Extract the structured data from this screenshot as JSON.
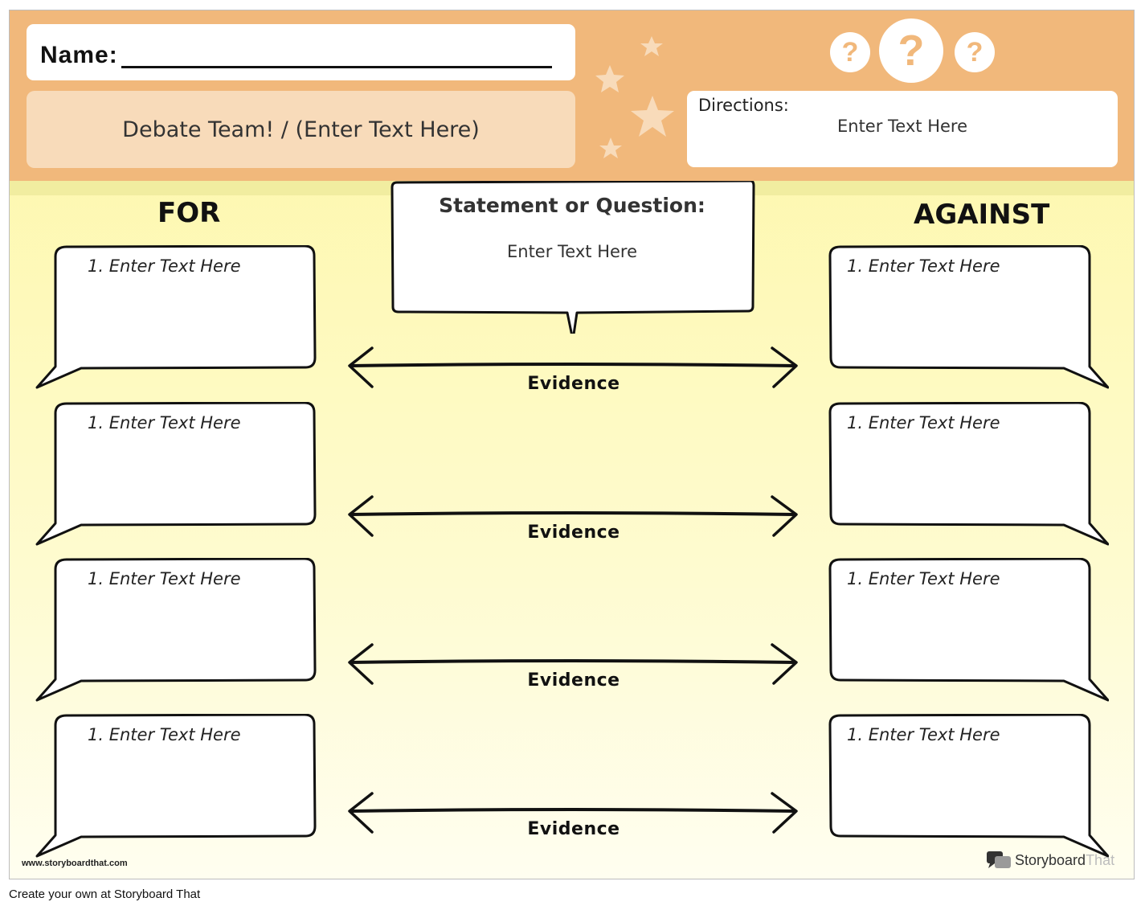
{
  "header": {
    "name_label": "Name:",
    "title": "Debate Team! / (Enter Text Here)",
    "directions_label": "Directions:",
    "directions_text": "Enter Text Here",
    "question_mark": "?",
    "star_color": "#f8dbba",
    "header_color": "#f1b87b"
  },
  "columns": {
    "for_label": "FOR",
    "against_label": "AGAINST"
  },
  "statement": {
    "title": "Statement or Question:",
    "text": "Enter Text Here"
  },
  "for_items": [
    "1. Enter Text Here",
    "1. Enter Text Here",
    "1. Enter Text Here",
    "1. Enter Text Here"
  ],
  "against_items": [
    "1. Enter Text Here",
    "1. Enter Text Here",
    "1. Enter Text Here",
    "1. Enter Text Here"
  ],
  "evidence_labels": [
    "Evidence",
    "Evidence",
    "Evidence",
    "Evidence"
  ],
  "footer": {
    "site_url": "www.storyboardthat.com",
    "brand_part1": "Storyboard",
    "brand_part2": "That",
    "create_text": "Create your own at Storyboard That"
  }
}
